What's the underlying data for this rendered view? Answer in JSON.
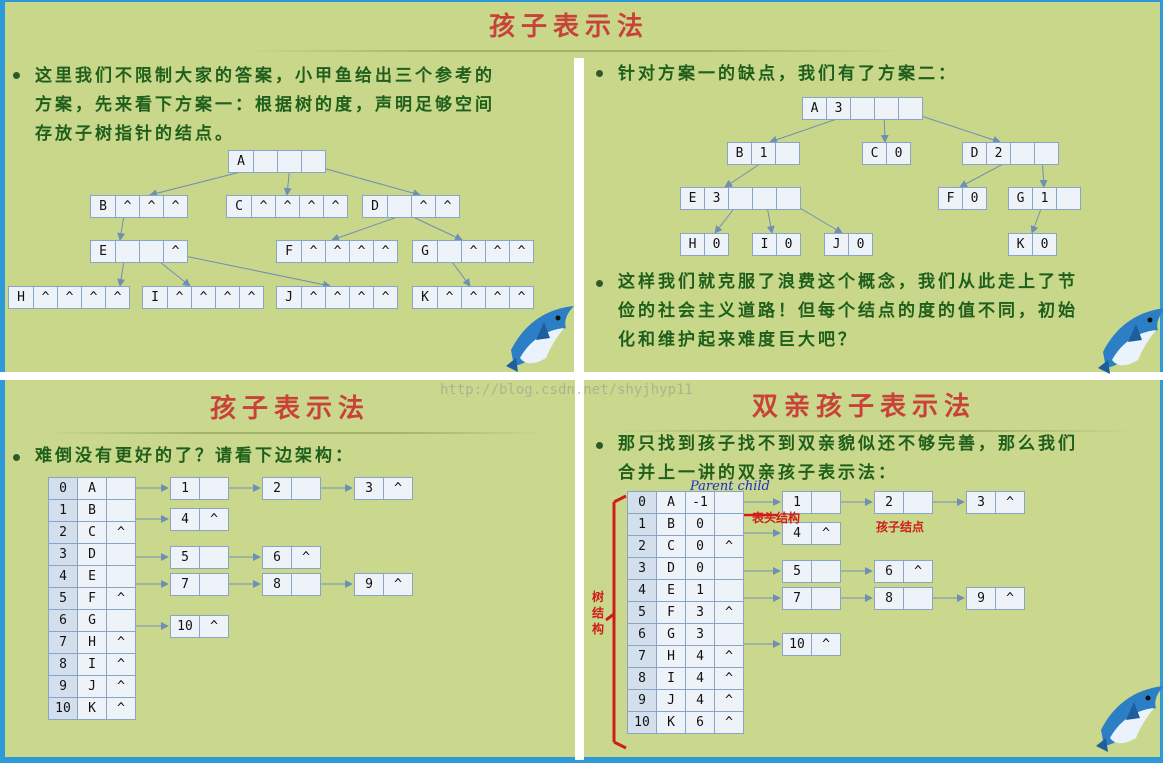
{
  "p1": {
    "title": "孩子表示法",
    "line1": "这里我们不限制大家的答案，小甲鱼给出三个参考的",
    "line2": "方案，先来看下方案一：根据树的度，声明足够空间",
    "line3": "存放子树指针的结点。",
    "nodes": [
      [
        "A",
        "",
        "",
        ""
      ],
      [
        "B",
        "^",
        "^",
        "^"
      ],
      [
        "C",
        "^",
        "^",
        "^",
        "^"
      ],
      [
        "D",
        "",
        "^",
        "^"
      ],
      [
        "E",
        "",
        "",
        "^"
      ],
      [
        "F",
        "^",
        "^",
        "^",
        "^"
      ],
      [
        "G",
        "",
        "^",
        "^",
        "^"
      ],
      [
        "H",
        "^",
        "^",
        "^",
        "^"
      ],
      [
        "I",
        "^",
        "^",
        "^",
        "^"
      ],
      [
        "J",
        "^",
        "^",
        "^",
        "^"
      ],
      [
        "K",
        "^",
        "^",
        "^",
        "^"
      ]
    ]
  },
  "p2": {
    "line1": "针对方案一的缺点，我们有了方案二：",
    "nodes": [
      [
        "A",
        "3",
        "",
        "",
        ""
      ],
      [
        "B",
        "1",
        ""
      ],
      [
        "C",
        "0"
      ],
      [
        "D",
        "2",
        "",
        ""
      ],
      [
        "E",
        "3",
        "",
        "",
        ""
      ],
      [
        "F",
        "0"
      ],
      [
        "G",
        "1",
        ""
      ],
      [
        "H",
        "0"
      ],
      [
        "I",
        "0"
      ],
      [
        "J",
        "0"
      ],
      [
        "K",
        "0"
      ]
    ],
    "line2": "这样我们就克服了浪费这个概念，我们从此走上了节",
    "line3": "俭的社会主义道路！但每个结点的度的值不同，初始",
    "line4": "化和维护起来难度巨大吧？"
  },
  "p3": {
    "title": "孩子表示法",
    "line1": "难倒没有更好的了？请看下边架构：",
    "rows": [
      [
        "0",
        "A",
        ""
      ],
      [
        "1",
        "B",
        ""
      ],
      [
        "2",
        "C",
        "^"
      ],
      [
        "3",
        "D",
        ""
      ],
      [
        "4",
        "E",
        ""
      ],
      [
        "5",
        "F",
        "^"
      ],
      [
        "6",
        "G",
        ""
      ],
      [
        "7",
        "H",
        "^"
      ],
      [
        "8",
        "I",
        "^"
      ],
      [
        "9",
        "J",
        "^"
      ],
      [
        "10",
        "K",
        "^"
      ]
    ],
    "children": {
      "r0": [
        "1",
        "2",
        "3"
      ],
      "r1": [
        "4"
      ],
      "r3": [
        "5",
        "6"
      ],
      "r4": [
        "7",
        "8",
        "9"
      ],
      "r6": [
        "10"
      ]
    },
    "null": "^"
  },
  "p4": {
    "title": "双亲孩子表示法",
    "line1": "那只找到孩子找不到双亲貌似还不够完善，那么我们",
    "line2": "合并上一讲的双亲孩子表示法：",
    "rows": [
      [
        "0",
        "A",
        "-1",
        ""
      ],
      [
        "1",
        "B",
        "0",
        ""
      ],
      [
        "2",
        "C",
        "0",
        "^"
      ],
      [
        "3",
        "D",
        "0",
        ""
      ],
      [
        "4",
        "E",
        "1",
        ""
      ],
      [
        "5",
        "F",
        "3",
        "^"
      ],
      [
        "6",
        "G",
        "3",
        ""
      ],
      [
        "7",
        "H",
        "4",
        "^"
      ],
      [
        "8",
        "I",
        "4",
        "^"
      ],
      [
        "9",
        "J",
        "4",
        "^"
      ],
      [
        "10",
        "K",
        "6",
        "^"
      ]
    ],
    "children": {
      "r0": [
        "1",
        "2",
        "3"
      ],
      "r1": [
        "4"
      ],
      "r3": [
        "5",
        "6"
      ],
      "r4": [
        "7",
        "8",
        "9"
      ],
      "r6": [
        "10"
      ]
    },
    "null": "^",
    "hand_note": "Parent child",
    "header_label": "表头结构",
    "child_label": "孩子结点",
    "tree_label_1": "树",
    "tree_label_2": "结",
    "tree_label_3": "构"
  },
  "watermark": "http://blog.csdn.net/shyjhyp11",
  "colors": {
    "title": "#c8423a",
    "text": "#1f5f1b",
    "background": "#c9d88c",
    "frame": "#2f9ad8",
    "annotation": "#d01c1c"
  }
}
